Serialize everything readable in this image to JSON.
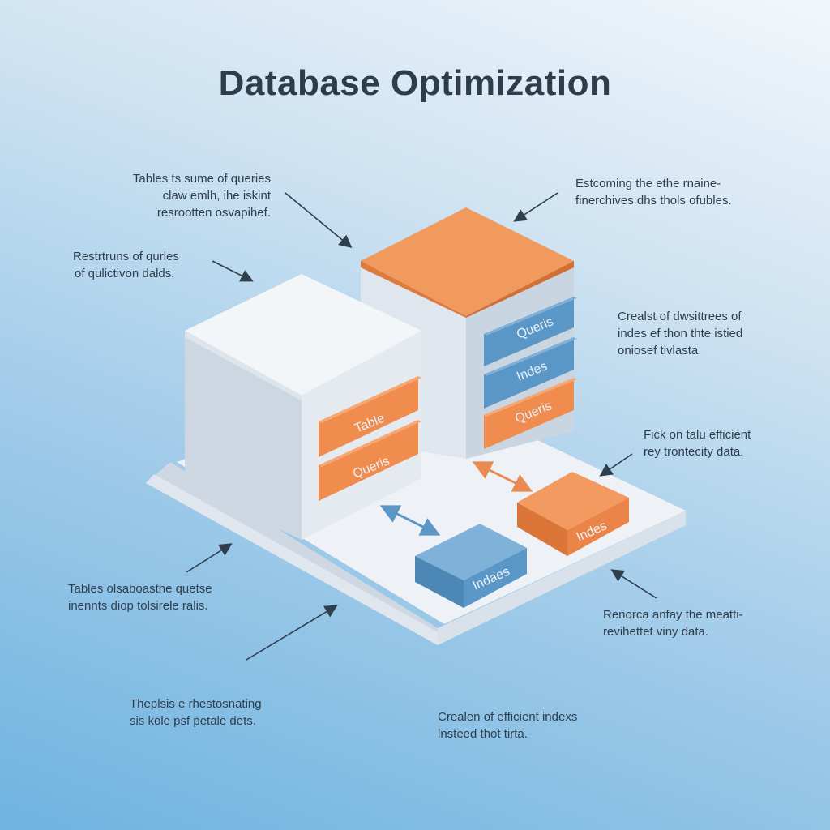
{
  "title": "Database Optimization",
  "annotations": [
    {
      "id": "ann-1",
      "lines": [
        "Tables ts sume of queries",
        "claw emlh, ihe iskint",
        "resrootten osvapihef."
      ]
    },
    {
      "id": "ann-2",
      "lines": [
        "Restrtruns of qurles",
        "of qulictivon dalds."
      ]
    },
    {
      "id": "ann-3",
      "lines": [
        "Estcoming the ethe rnaine-",
        "finerchives dhs thols ofubles."
      ]
    },
    {
      "id": "ann-4",
      "lines": [
        "Crealst of dwsittrees of",
        "indes ef thon thte istied",
        "oniosef tivlasta."
      ]
    },
    {
      "id": "ann-5",
      "lines": [
        "Fick on talu efficient",
        "rey trontecity data."
      ]
    },
    {
      "id": "ann-6",
      "lines": [
        "Tables olsaboasthe quetse",
        "inennts diop tolsirele ralis."
      ]
    },
    {
      "id": "ann-7",
      "lines": [
        "Renorca anfay the meatti-",
        "revihettet viny data."
      ]
    },
    {
      "id": "ann-8",
      "lines": [
        "Theplsis e rhestosnating",
        "sis kole psf petale dets."
      ]
    },
    {
      "id": "ann-9",
      "lines": [
        "Crealen of efficient indexs",
        "lnsteed thot tirta."
      ]
    }
  ],
  "blocks": {
    "left_cube_labels": [
      "Table",
      "Queris"
    ],
    "right_cube_labels": [
      "Queris",
      "Indes",
      "Queris"
    ],
    "orange_block_label": "Indes",
    "blue_block_label": "Indaes"
  },
  "colors": {
    "orange": "#ef8c4e",
    "blue": "#5a97c6",
    "cube_face": "#e9eef4",
    "arrow": "#2f3e4d"
  }
}
